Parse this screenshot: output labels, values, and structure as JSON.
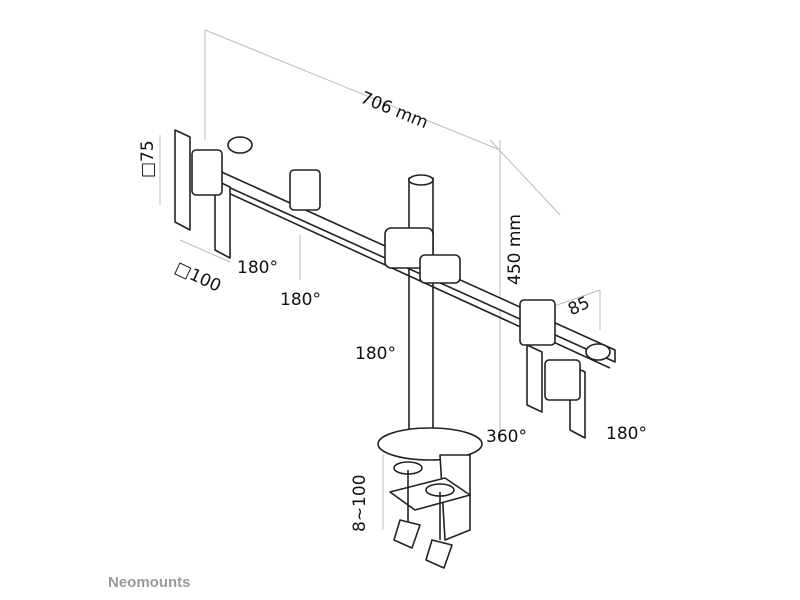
{
  "dimensions": {
    "width": "706 mm",
    "height": "450 mm",
    "depth": "85",
    "vesa_small": "□75",
    "vesa_large": "□100",
    "clamp_range": "8~100"
  },
  "rotations": {
    "left_tilt": "180°",
    "left_arm": "180°",
    "center": "180°",
    "right_swivel": "360°",
    "right_tilt": "180°"
  },
  "brand": "Neomounts",
  "colors": {
    "line": "#222222",
    "dimension": "#bbbbbb",
    "brand": "#9a9a9a"
  }
}
